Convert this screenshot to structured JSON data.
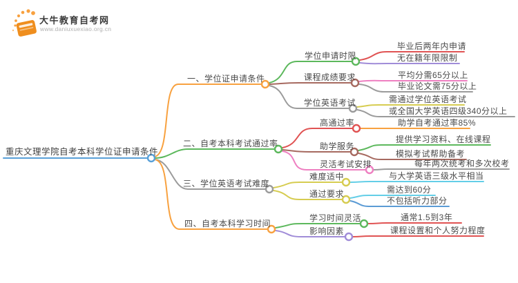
{
  "logo": {
    "title": "大牛教育自考网",
    "url": "www.daniuxuexiao.org.cn",
    "icon": "book-icon"
  },
  "root": {
    "label": "重庆文理学院自考本科学位证申请条件"
  },
  "branches": [
    {
      "label": "一、学位证申请条件",
      "children": [
        {
          "label": "学位申请时限",
          "leaves": [
            "毕业后两年内申请",
            "无在籍年限限制"
          ]
        },
        {
          "label": "课程成绩要求",
          "leaves": [
            "平均分需65分以上",
            "毕业论文需75分以上"
          ]
        },
        {
          "label": "学位英语考试",
          "leaves": [
            "需通过学位英语考试",
            "或全国大学英语四级340分以上"
          ]
        }
      ]
    },
    {
      "label": "二、自考本科考试通过率",
      "children": [
        {
          "label": "高通过率",
          "leaves": [
            "助学自考通过率85%"
          ]
        },
        {
          "label": "助学服务",
          "leaves": [
            "提供学习资料、在线课程",
            "模拟考试帮助备考"
          ]
        },
        {
          "label": "灵活考试安排",
          "leaves": [
            "每年两次统考和多次校考"
          ]
        }
      ]
    },
    {
      "label": "三、学位英语考试难度",
      "children": [
        {
          "label": "难度适中",
          "leaves": [
            "与大学英语三级水平相当"
          ]
        },
        {
          "label": "通过要求",
          "leaves": [
            "需达到60分",
            "不包括听力部分"
          ]
        }
      ]
    },
    {
      "label": "四、自考本科学习时间",
      "children": [
        {
          "label": "学习时间灵活",
          "leaves": [
            "通常1.5到3年"
          ]
        },
        {
          "label": "影响因素",
          "leaves": [
            "课程设置和个人努力程度"
          ]
        }
      ]
    }
  ],
  "colors": {
    "root_blue": "#58a0d8",
    "orange": "#f8a13f",
    "green": "#5cb85c",
    "gray": "#9b9b9b",
    "red": "#e05252",
    "brown": "#a6695f",
    "pink": "#ee7fc1",
    "purple": "#a08cd8",
    "yellow": "#d6cc50",
    "cyan": "#63cee7",
    "leaf_blue": "#5b9bd5",
    "text": "#4a4a4a"
  }
}
